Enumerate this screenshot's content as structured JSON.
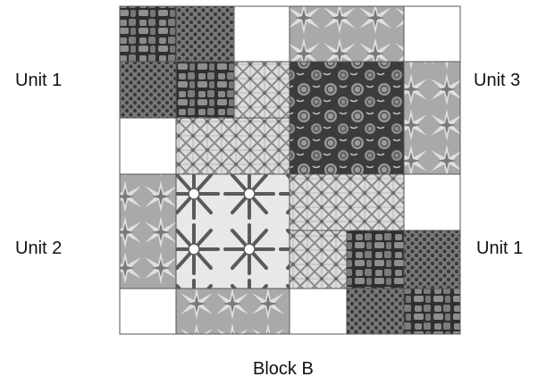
{
  "labels": {
    "unit_top_left": "Unit 1",
    "unit_top_right": "Unit 3",
    "unit_bottom_left": "Unit 2",
    "unit_bottom_right": "Unit 1",
    "caption": "Block B"
  },
  "colors": {
    "background": "#ffffff",
    "border": "#555555",
    "dark_fabric": "#6e6e6e",
    "mid_fabric": "#9a9a9a",
    "light_fabric": "#d8d8d8"
  }
}
